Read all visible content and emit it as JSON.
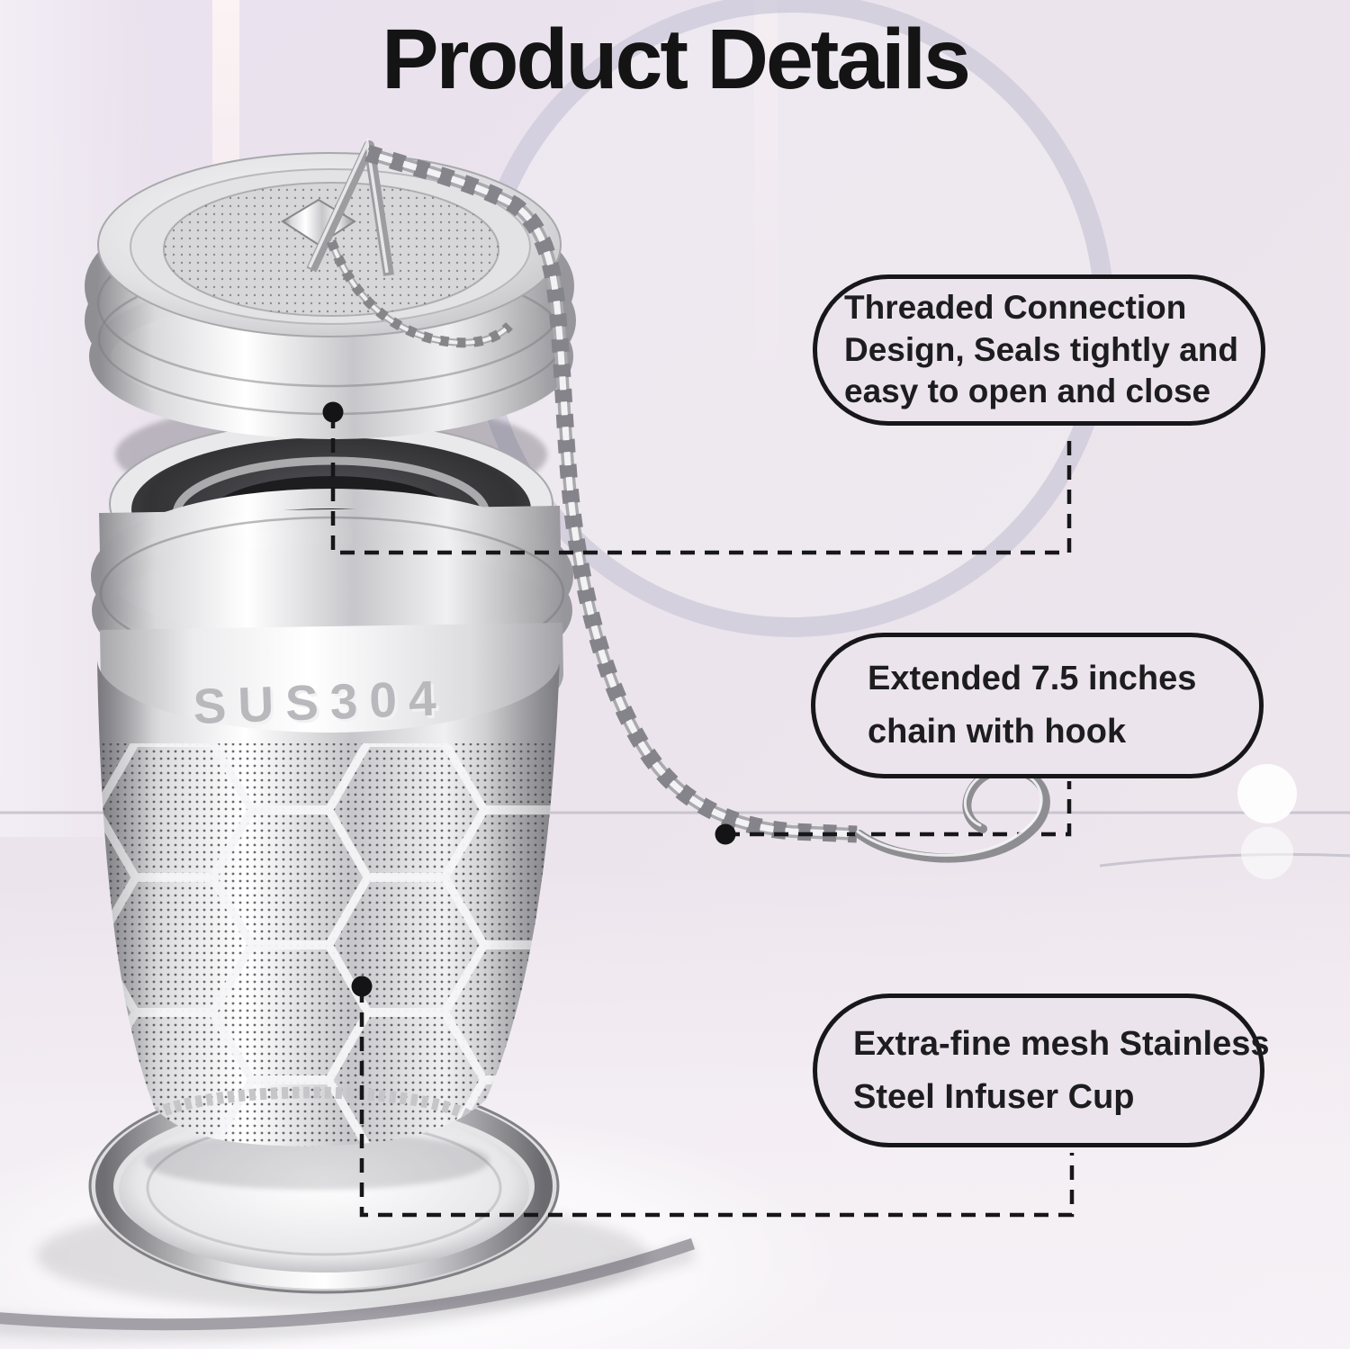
{
  "title": "Product Details",
  "product": {
    "engraving": "SUS304"
  },
  "callouts": [
    {
      "id": "threaded-connection",
      "lines": [
        "Threaded Connection",
        "Design, Seals tightly and",
        "easy to open and close"
      ]
    },
    {
      "id": "chain-with-hook",
      "lines": [
        "Extended 7.5 inches",
        "chain with hook"
      ]
    },
    {
      "id": "mesh-infuser-cup",
      "lines": [
        "Extra-fine mesh Stainless",
        "Steel Infuser Cup"
      ]
    }
  ],
  "colors": {
    "background": "#ece4ec",
    "accent": "#17171a",
    "callout_border": "#17171a",
    "leader_line": "#17171a",
    "metal_light": "#f4f4f6",
    "metal_dark": "#8f8f93",
    "ring_decoration": "#d6d3e0"
  }
}
